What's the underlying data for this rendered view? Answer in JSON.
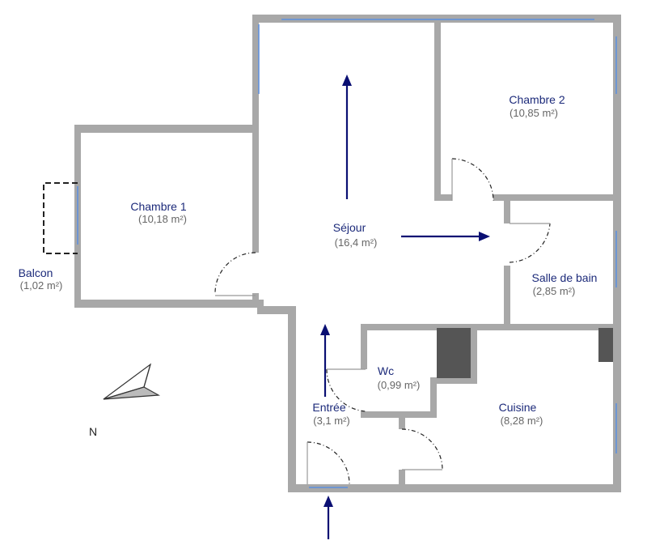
{
  "plan": {
    "rooms": [
      {
        "id": "sejour",
        "name": "Séjour",
        "area": "(16,4 m²)"
      },
      {
        "id": "chambre-2",
        "name": "Chambre 2",
        "area": "(10,85 m²)"
      },
      {
        "id": "chambre-1",
        "name": "Chambre 1",
        "area": "(10,18 m²)"
      },
      {
        "id": "balcon",
        "name": "Balcon",
        "area": "(1,02 m²)"
      },
      {
        "id": "salle-de-bain",
        "name": "Salle de bain",
        "area": "(2,85 m²)"
      },
      {
        "id": "wc",
        "name": "Wc",
        "area": "(0,99 m²)"
      },
      {
        "id": "entree",
        "name": "Entrée",
        "area": "(3,1 m²)"
      },
      {
        "id": "cuisine",
        "name": "Cuisine",
        "area": "(8,28 m²)"
      }
    ],
    "compass": {
      "label": "N",
      "icon": "north-arrow-icon"
    },
    "colors": {
      "labels": "#1c2a7a",
      "areas": "#666666",
      "arrows": "#0a0f73",
      "walls": "#a8a8a8",
      "windows": "#5a8fe0"
    }
  }
}
